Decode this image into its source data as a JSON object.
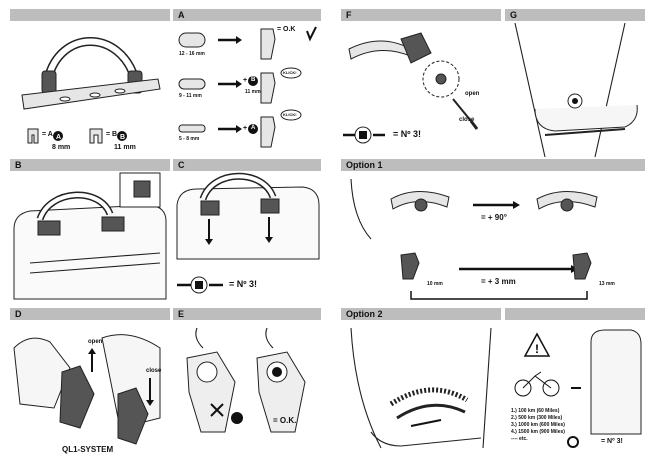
{
  "panels": {
    "p1": {
      "letter": ""
    },
    "a": {
      "letter": "A",
      "row1_size": "12 - 16 mm",
      "row1_result": "= O.K",
      "row2_size": "9 - 11 mm",
      "row2_plus": "+",
      "row2_badge": "B",
      "row2_mm": "11 mm",
      "row2_tag": "KLICK!",
      "row3_size": "5 - 8 mm",
      "row3_plus": "+",
      "row3_badge": "A",
      "row3_tag": "KLICK!"
    },
    "f": {
      "letter": "F",
      "open": "open",
      "close": "close",
      "result": "= Nº 3!"
    },
    "g": {
      "letter": "G"
    },
    "b": {
      "letter": "B"
    },
    "c": {
      "letter": "C",
      "result": "= Nº 3!"
    },
    "opt1": {
      "letter": "Option 1",
      "rotate": "= + 90°",
      "shift": "= + 3 mm",
      "mm_left": "10 mm",
      "mm_right": "13 mm"
    },
    "d": {
      "letter": "D",
      "open": "open",
      "close": "close",
      "system": "QL1-SYSTEM"
    },
    "e": {
      "letter": "E",
      "result": "= O.K."
    },
    "opt2": {
      "letter": "Option 2"
    },
    "h": {
      "letter": "",
      "service": [
        "1.)  100 km   (60 Miles)",
        "2.)  500 km  (300 Miles)",
        "3.) 1000 km  (600 Miles)",
        "4.) 1500 km  (900 Miles)",
        "---- etc."
      ],
      "result": "= Nº 3!"
    }
  },
  "inserts": {
    "a_label": "= A",
    "a_mm": "8 mm",
    "b_label": "= B",
    "b_mm": "11 mm"
  },
  "colors": {
    "header_bg": "#bdbdbd",
    "line": "#222222",
    "accent_fill": "#555555"
  }
}
